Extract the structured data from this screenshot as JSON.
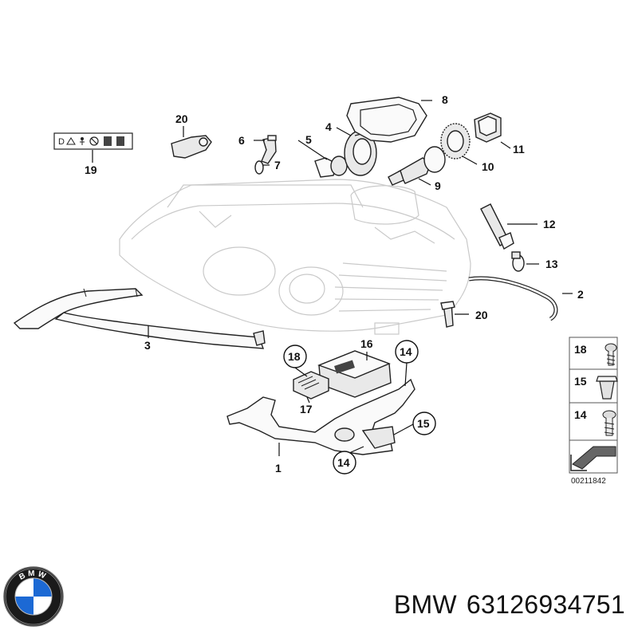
{
  "diagram": {
    "callouts": [
      {
        "id": "c1",
        "text": "1"
      },
      {
        "id": "c2",
        "text": "2"
      },
      {
        "id": "c3",
        "text": "3"
      },
      {
        "id": "c4",
        "text": "4"
      },
      {
        "id": "c5",
        "text": "5"
      },
      {
        "id": "c6",
        "text": "6"
      },
      {
        "id": "c7",
        "text": "7"
      },
      {
        "id": "c8",
        "text": "8"
      },
      {
        "id": "c9",
        "text": "9"
      },
      {
        "id": "c10",
        "text": "10"
      },
      {
        "id": "c11",
        "text": "11"
      },
      {
        "id": "c12",
        "text": "12"
      },
      {
        "id": "c13",
        "text": "13"
      },
      {
        "id": "c14a",
        "text": "14"
      },
      {
        "id": "c14b",
        "text": "14"
      },
      {
        "id": "c15",
        "text": "15"
      },
      {
        "id": "c16",
        "text": "16"
      },
      {
        "id": "c17",
        "text": "17"
      },
      {
        "id": "c18",
        "text": "18"
      },
      {
        "id": "c19",
        "text": "19"
      },
      {
        "id": "c20a",
        "text": "20"
      },
      {
        "id": "c20b",
        "text": "20"
      }
    ],
    "legend": [
      {
        "number": "18",
        "icon": "screw-icon"
      },
      {
        "number": "15",
        "icon": "clip-nut-icon"
      },
      {
        "number": "14",
        "icon": "bolt-icon"
      }
    ],
    "label_sticker": {
      "text": "D"
    },
    "reference_number": "00211842"
  },
  "footer": {
    "brand": "BMW",
    "part_number": "63126934751",
    "logo_letters": "BMW"
  },
  "colors": {
    "line": "#222222",
    "ghost_line": "#c9c9c9",
    "logo_blue": "#1c69d4",
    "logo_ring": "#111111"
  }
}
